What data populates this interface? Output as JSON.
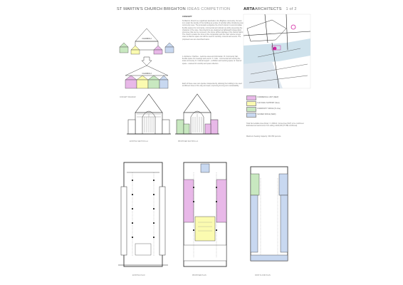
{
  "header": {
    "left_title": "ST MARTIN'S CHURCH BRIGHTON",
    "left_subtitle": "IDEAS COMPETITION",
    "brand_bold": "ARTA",
    "brand_rest": "ARCHITECTS",
    "sheet_no": "1 of 2"
  },
  "diagram": {
    "top_label": "CHURCH",
    "bottom_label": "CHURCH",
    "caption": "CONCEPT DIAGRAM"
  },
  "concept": {
    "heading": "CONCEPT",
    "body": "St Martin's Church is a significant landmark in the Brighton community. Our aim is to retain the identity of the building as a place of worship while introducing new community uses. The proposals reorganise the church interior to accommodate flexible spaces for community, commercial and cultural use while preserving the character of the nave. New insertions are designed as lightweight independent structures that can be removed in the future without damage to the historic fabric. The church remains the focus of the composition and the main volume is kept clear so that the space can still be used for worship, concerts and events. The proposed uses are described below:",
    "list": "A. Entrance / Narthex - welcome area and information. B. Community hall - flexible space for meetings and events. C. Cafe - commercial unit serving the local community. D. Cultural support - exhibition and learning space. E. Sacred space - retained for worship and quiet reflection.",
    "footer": "Each of these uses can operate independently, allowing the building to be used at different times of the day and week, improving its long term sustainability."
  },
  "legend": [
    {
      "label": "COMMERCIAL UNIT (NEW)",
      "color": "#e8b8e8"
    },
    {
      "label": "CULTURAL SUPPORT (New)",
      "color": "#fbfbb0"
    },
    {
      "label": "COMMUNITY SPACE (To Use)",
      "color": "#c8e8c0"
    },
    {
      "label": "SACRED SPACE (NEW)",
      "color": "#c8d8f0"
    }
  ],
  "notes": {
    "n1": "Total Net Lettable Area (New) = 1,000m2. Gross Area (NLT) to be confirmed. Estimated annual income from letting: £100,000 (TO BE confirmed).",
    "n2": "Maximum Seating Capacity: 300-350 persons."
  },
  "sections": {
    "existing": "EXISTING SECTION A-A",
    "proposed": "PROPOSED SECTION A-A"
  },
  "plans": {
    "existing": "EXISTING PLAN",
    "proposed": "PROPOSED PLAN",
    "first": "FIRST FLOOR PLAN"
  },
  "colors": {
    "magenta": "#e8b8e8",
    "yellow": "#fbfbb0",
    "green": "#c8e8c0",
    "blue": "#c8d8f0",
    "line": "#444444"
  }
}
